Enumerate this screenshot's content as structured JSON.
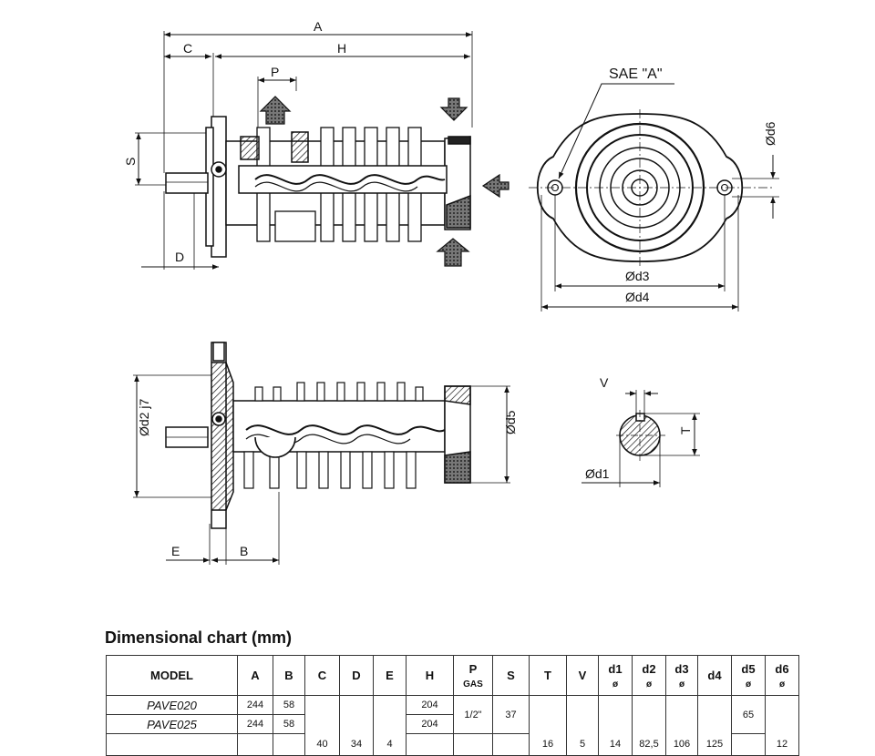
{
  "drawing": {
    "labels": {
      "A": "A",
      "C": "C",
      "H": "H",
      "P": "P",
      "S": "S",
      "D": "D",
      "sae": "SAE \"A\"",
      "d6": "Ød6",
      "d3": "Ød3",
      "d4": "Ød4",
      "d2": "Ød2 j7",
      "d5": "Ød5",
      "E": "E",
      "B": "B",
      "V": "V",
      "T": "T",
      "d1": "Ød1"
    }
  },
  "chart": {
    "title": "Dimensional chart (mm)",
    "headers": [
      "MODEL",
      "A",
      "B",
      "C",
      "D",
      "E",
      "H",
      "P",
      "S",
      "T",
      "V",
      "d1",
      "d2",
      "d3",
      "d4",
      "d5",
      "d6"
    ],
    "subheaders": {
      "P": "GAS",
      "d1": "ø",
      "d2": "ø",
      "d3": "ø",
      "d5": "ø",
      "d6": "ø"
    },
    "rows": [
      {
        "MODEL": "PAVE020",
        "A": "244",
        "B": "58",
        "H": "204",
        "d5": "65"
      },
      {
        "MODEL": "PAVE025",
        "A": "244",
        "B": "58",
        "H": "204"
      }
    ],
    "shared": {
      "P": "1/2\"",
      "S": "37",
      "C": "40",
      "D": "34",
      "E": "4",
      "T": "16",
      "V": "5",
      "d1": "14",
      "d2": "82,5",
      "d3": "106",
      "d4": "125",
      "d6": "12"
    }
  }
}
